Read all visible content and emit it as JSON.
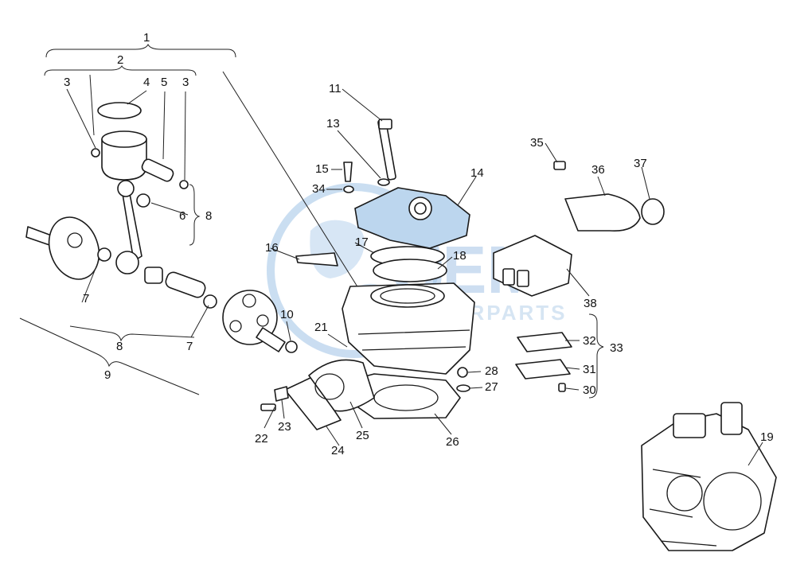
{
  "watermark": {
    "title": "OEM",
    "subtitle": "MOTORPARTS"
  },
  "callouts": [
    "1",
    "2",
    "3",
    "4",
    "5",
    "3",
    "6",
    "8",
    "7",
    "8",
    "7",
    "9",
    "10",
    "11",
    "13",
    "15",
    "34",
    "14",
    "16",
    "17",
    "18",
    "21",
    "28",
    "27",
    "22",
    "23",
    "24",
    "25",
    "26",
    "35",
    "36",
    "37",
    "38",
    "32",
    "33",
    "31",
    "30",
    "19"
  ],
  "colors": {
    "highlight": "#bcd6ee",
    "watermark": "#5a94cf",
    "line": "#1a1a1a"
  }
}
